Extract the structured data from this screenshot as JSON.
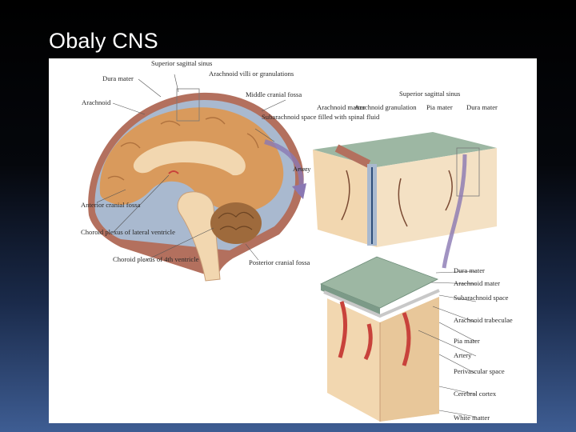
{
  "title": "Obaly CNS",
  "colors": {
    "dura": "#b3705e",
    "csf_space": "#a9b9cf",
    "gray_matter": "#d99a5c",
    "white_matter": "#f2d7b0",
    "meninges_top": "#9db7a3",
    "vessel": "#c8423b",
    "arrow": "#8a78b3"
  },
  "labels": {
    "superior_sagittal_sinus_left": "Superior sagittal sinus",
    "dura_mater_left": "Dura mater",
    "arachnoid_villi": "Arachnoid villi or granulations",
    "arachnoid_left": "Arachnoid",
    "middle_cranial_fossa": "Middle cranial fossa",
    "subarachnoid_space_csf": "Subarachnoid space filled with spinal fluid",
    "artery_top": "Artery",
    "anterior_cranial_fossa": "Anterior cranial fossa",
    "choroid_plexus_lateral": "Choroid plexus of lateral ventricle",
    "choroid_plexus_4th": "Choroid plexus of 4th ventricle",
    "posterior_cranial_fossa": "Posterior cranial fossa",
    "arachnoid_matter_top": "Arachnoid matter",
    "arachnoid_granulation": "Arachnoid granulation",
    "superior_sagittal_sinus_top": "Superior sagittal sinus",
    "pia_mater_top": "Pia mater",
    "dura_mater_top": "Dura mater",
    "dura_mater_right": "Dura mater",
    "arachnoid_mater_right": "Arachnoid mater",
    "subarachnoid_space_right": "Subarachnoid space",
    "arachnoid_trabeculae": "Arachnoid trabeculae",
    "pia_mater_right": "Pia mater",
    "artery_right": "Artery",
    "perivascular_space": "Perivascular space",
    "cerebral_cortex": "Cerebral cortex",
    "white_matter": "White matter"
  }
}
